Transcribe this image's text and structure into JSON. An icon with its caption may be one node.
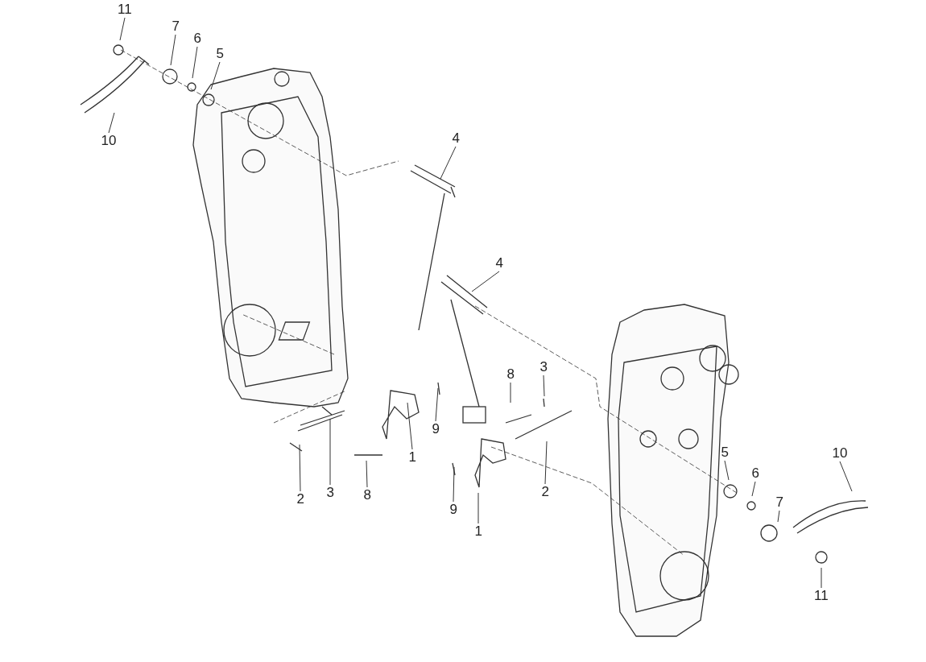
{
  "diagram": {
    "nodes": [
      {
        "text": [
          "11"
        ]
      },
      {
        "text": [
          "7"
        ]
      },
      {
        "text": [
          "6"
        ]
      },
      {
        "text": [
          "5"
        ]
      },
      {
        "text": [
          "10"
        ]
      },
      {
        "text": [
          "4"
        ]
      },
      {
        "text": [
          "4"
        ]
      },
      {
        "text": [
          "3"
        ]
      },
      {
        "text": [
          "8"
        ]
      },
      {
        "text": [
          "9"
        ]
      },
      {
        "text": [
          "1"
        ]
      },
      {
        "text": [
          "5"
        ]
      },
      {
        "text": [
          "10"
        ]
      },
      {
        "text": [
          "6"
        ]
      },
      {
        "text": [
          "2"
        ]
      },
      {
        "text": [
          "3"
        ]
      },
      {
        "text": [
          "8"
        ]
      },
      {
        "text": [
          "2"
        ]
      },
      {
        "text": [
          "7"
        ]
      },
      {
        "text": [
          "9"
        ]
      },
      {
        "text": [
          "1"
        ]
      },
      {
        "text": [
          "11"
        ]
      }
    ],
    "edges": [
      {
        "from": 0,
        "to": null,
        "arrow": "none"
      },
      {
        "from": 1,
        "to": null,
        "arrow": "none"
      },
      {
        "from": 2,
        "to": null,
        "arrow": "none"
      },
      {
        "from": 3,
        "to": null,
        "arrow": "none"
      },
      {
        "from": 4,
        "to": null,
        "arrow": "none"
      },
      {
        "from": 5,
        "to": null,
        "arrow": "none"
      },
      {
        "from": 6,
        "to": null,
        "arrow": "none"
      },
      {
        "from": 7,
        "to": null,
        "arrow": "none"
      },
      {
        "from": 8,
        "to": null,
        "arrow": "none"
      },
      {
        "from": 9,
        "to": null,
        "arrow": "none"
      },
      {
        "from": 10,
        "to": null,
        "arrow": "none"
      },
      {
        "from": 11,
        "to": null,
        "arrow": "none"
      },
      {
        "from": 12,
        "to": null,
        "arrow": "none"
      },
      {
        "from": 13,
        "to": null,
        "arrow": "none"
      },
      {
        "from": 14,
        "to": null,
        "arrow": "none"
      },
      {
        "from": 15,
        "to": null,
        "arrow": "none"
      },
      {
        "from": 16,
        "to": null,
        "arrow": "none"
      },
      {
        "from": 17,
        "to": null,
        "arrow": "none"
      },
      {
        "from": 18,
        "to": null,
        "arrow": "none"
      },
      {
        "from": 19,
        "to": null,
        "arrow": "none"
      },
      {
        "from": 20,
        "to": null,
        "arrow": "none"
      },
      {
        "from": 21,
        "to": null,
        "arrow": "none"
      }
    ]
  }
}
